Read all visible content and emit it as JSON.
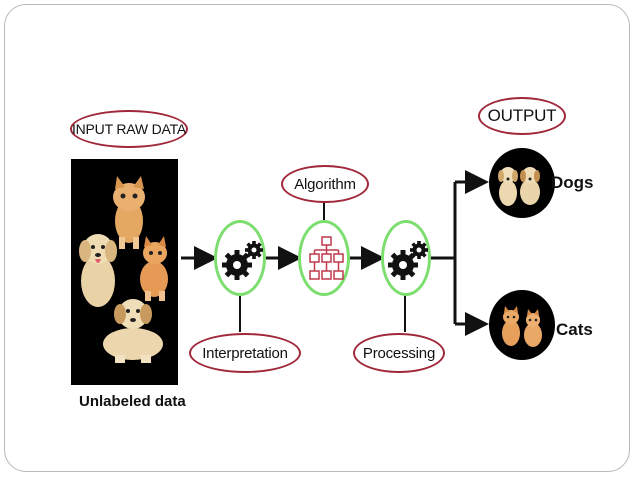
{
  "labels": {
    "input": "INPUT RAW DATA",
    "algorithm": "Algorithm",
    "output": "OUTPUT",
    "interpretation": "Interpretation",
    "processing": "Processing",
    "unlabeled": "Unlabeled data",
    "dogs": "Dogs",
    "cats": "Cats"
  },
  "icons": {
    "interpretation": "gears-icon",
    "algorithm": "hierarchy-icon",
    "processing": "gears-icon"
  },
  "colors": {
    "oval_border": "#a0283a",
    "step_circle_border": "#7cde6e",
    "arrow": "#111111",
    "hierarchy_icon": "#c0394b"
  }
}
